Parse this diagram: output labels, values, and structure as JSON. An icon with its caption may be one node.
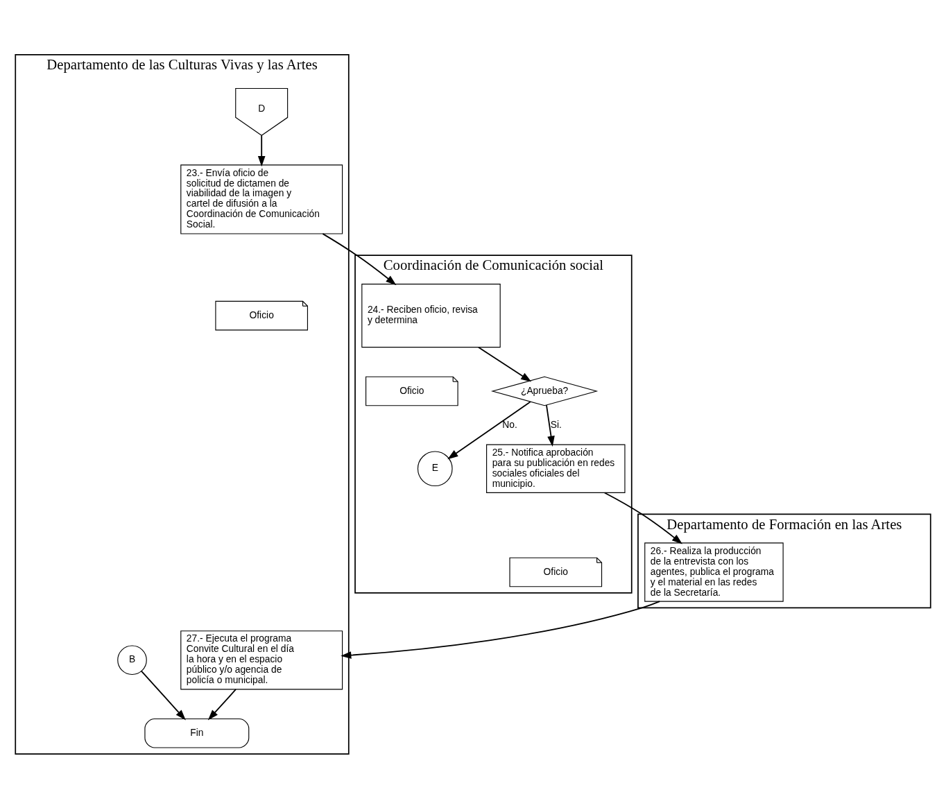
{
  "diagram": {
    "nodes": [
      {
        "text": [
          "Departamento de las Culturas Vivas y las Artes"
        ]
      },
      {
        "text": [
          "Coordinación de Comunicación social"
        ]
      },
      {
        "text": [
          "Departamento de Formación en las Artes"
        ]
      },
      {
        "text": [
          "D"
        ],
        "in": 0
      },
      {
        "text": [
          "23.- Envía oficio de solicitud de dictamen de viabilidad de la imagen y cartel de difusión a la Coordinación de Comunicación Social."
        ],
        "in": 0
      },
      {
        "text": [
          "Oficio"
        ],
        "in": 0
      },
      {
        "text": [
          "24.- Reciben oficio, revisa y determina"
        ],
        "in": 1
      },
      {
        "text": [
          "Oficio"
        ],
        "in": 1
      },
      {
        "text": [
          "¿Aprueba?"
        ],
        "in": 1
      },
      {
        "text": [
          "E"
        ],
        "in": 1
      },
      {
        "text": [
          "25.- Notifica aprobación para su publicación en redes sociales oficiales del municipio."
        ],
        "in": 1
      },
      {
        "text": [
          "Oficio"
        ],
        "in": 1
      },
      {
        "text": [
          "26.- Realiza la producción de la entrevista con los agentes, publica el programa y el material en las redes de la Secretaría."
        ],
        "in": 2
      },
      {
        "text": [
          "27.- Ejecuta el programa Convite Cultural en el día la hora y en el espacio público y/o agencia de policía o municipal."
        ],
        "in": 0
      },
      {
        "text": [
          "B"
        ],
        "in": 0
      },
      {
        "text": [
          "Fin"
        ],
        "in": 0
      }
    ],
    "edges": [
      {
        "from": 3,
        "to": 4,
        "arrow": "to"
      },
      {
        "from": 4,
        "to": 6,
        "arrow": "to"
      },
      {
        "from": 6,
        "to": 8,
        "arrow": "to"
      },
      {
        "from": 8,
        "to": 9,
        "arrow": "to",
        "label": "No."
      },
      {
        "from": 8,
        "to": 10,
        "arrow": "to",
        "label": "Si."
      },
      {
        "from": 10,
        "to": 12,
        "arrow": "to"
      },
      {
        "from": 12,
        "to": 13,
        "arrow": "to"
      },
      {
        "from": 13,
        "to": 15,
        "arrow": "to"
      },
      {
        "from": 14,
        "to": 15,
        "arrow": "to"
      }
    ]
  }
}
